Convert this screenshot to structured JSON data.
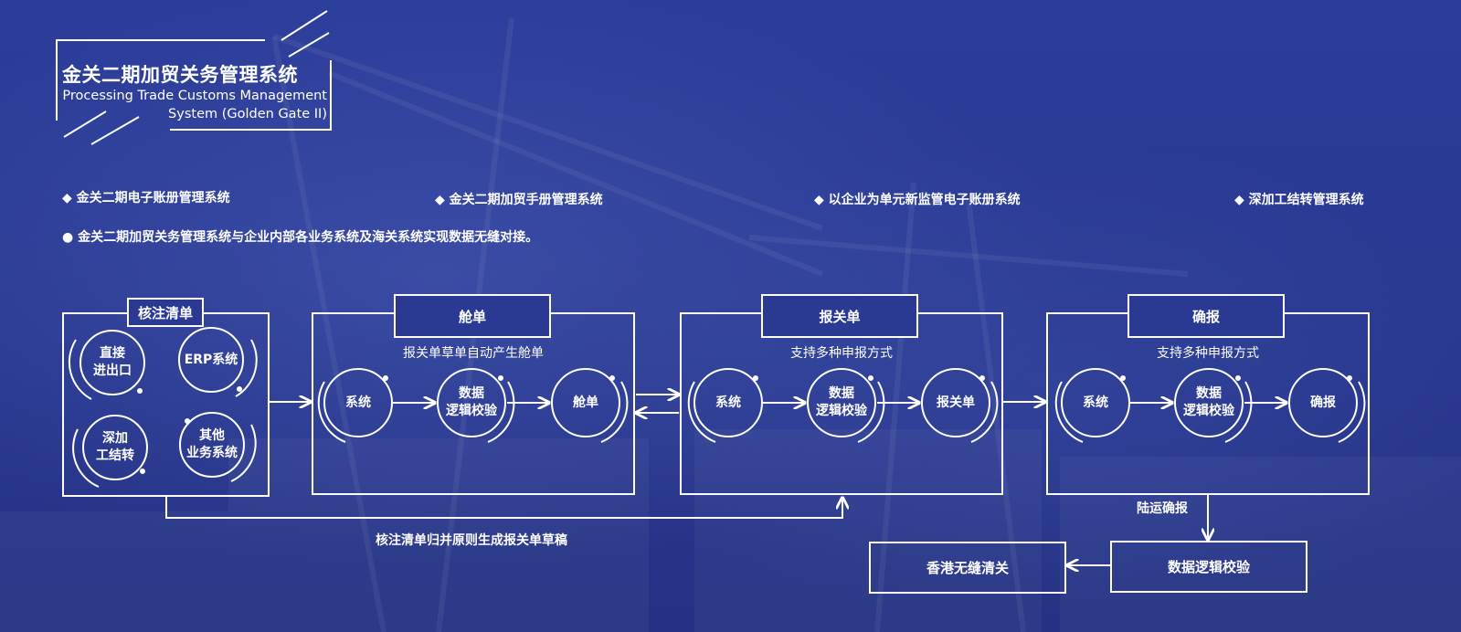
{
  "header": {
    "title_zh": "金关二期加贸关务管理系统",
    "title_en": "Processing Trade Customs Management System (Golden Gate II)"
  },
  "bullets": [
    "◆ 金关二期电子账册管理系统",
    "◆ 金关二期加贸手册管理系统",
    "◆ 以企业为单元新监管电子账册系统",
    "◆ 深加工结转管理系统",
    "● 金关二期加贸关务管理系统与企业内部各业务系统及海关系统实现数据无缝对接。"
  ],
  "source_box": {
    "title": "核注清单",
    "nodes": [
      "直接进出口",
      "ERP系统",
      "深加工结转",
      "其他业务系统"
    ],
    "node_lines": [
      [
        "直接",
        "进出口"
      ],
      [
        "ERP系统"
      ],
      [
        "深加",
        "工结转"
      ],
      [
        "其他",
        "业务系统"
      ]
    ]
  },
  "boxes": [
    {
      "title": "舱单",
      "subtitle": "报关单草单自动产生舱单",
      "nodes": [
        [
          "系统"
        ],
        [
          "数据",
          "逻辑校验"
        ],
        [
          "舱单"
        ]
      ]
    },
    {
      "title": "报关单",
      "subtitle": "支持多种申报方式",
      "nodes": [
        [
          "系统"
        ],
        [
          "数据",
          "逻辑校验"
        ],
        [
          "报关单"
        ]
      ]
    },
    {
      "title": "确报",
      "subtitle": "支持多种申报方式",
      "nodes": [
        [
          "系统"
        ],
        [
          "数据",
          "逻辑校验"
        ],
        [
          "确报"
        ]
      ]
    }
  ],
  "bottom": {
    "merge_label": "核注清单归并原则生成报关单草稿",
    "land_label": "陆运确报",
    "verify_box": "数据逻辑校验",
    "hk_box": "香港无缝清关"
  }
}
